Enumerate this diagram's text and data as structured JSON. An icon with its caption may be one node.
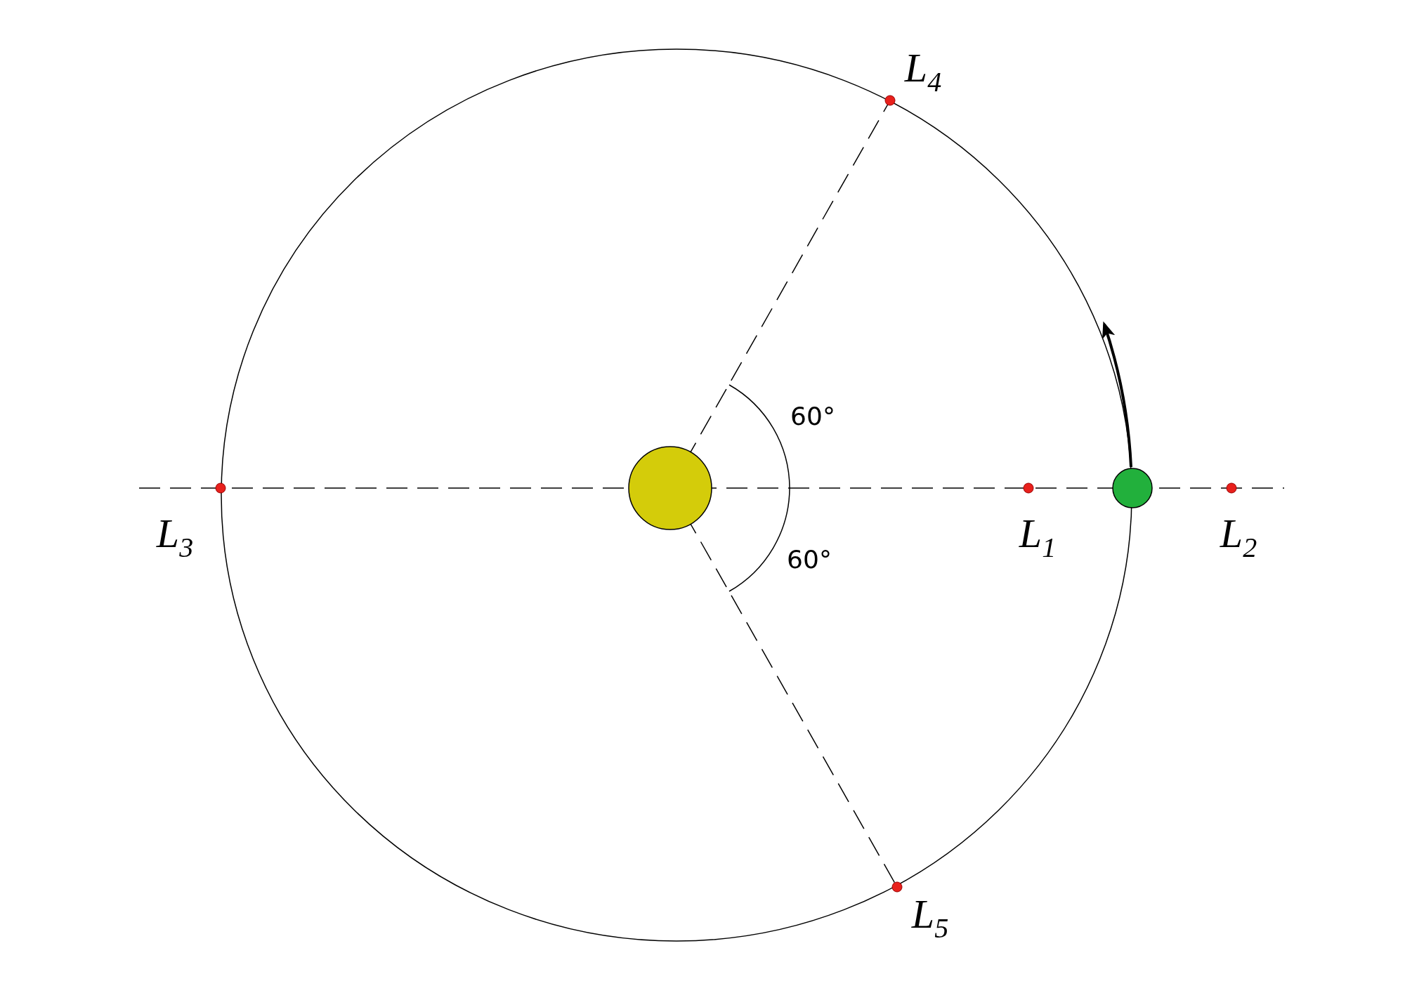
{
  "diagram": {
    "labels": [
      "L$_{4}$",
      "60°",
      "L$_{3}$",
      "L$_{1}$",
      "L$_{2}$",
      "60°",
      "L$_{5}$"
    ]
  }
}
